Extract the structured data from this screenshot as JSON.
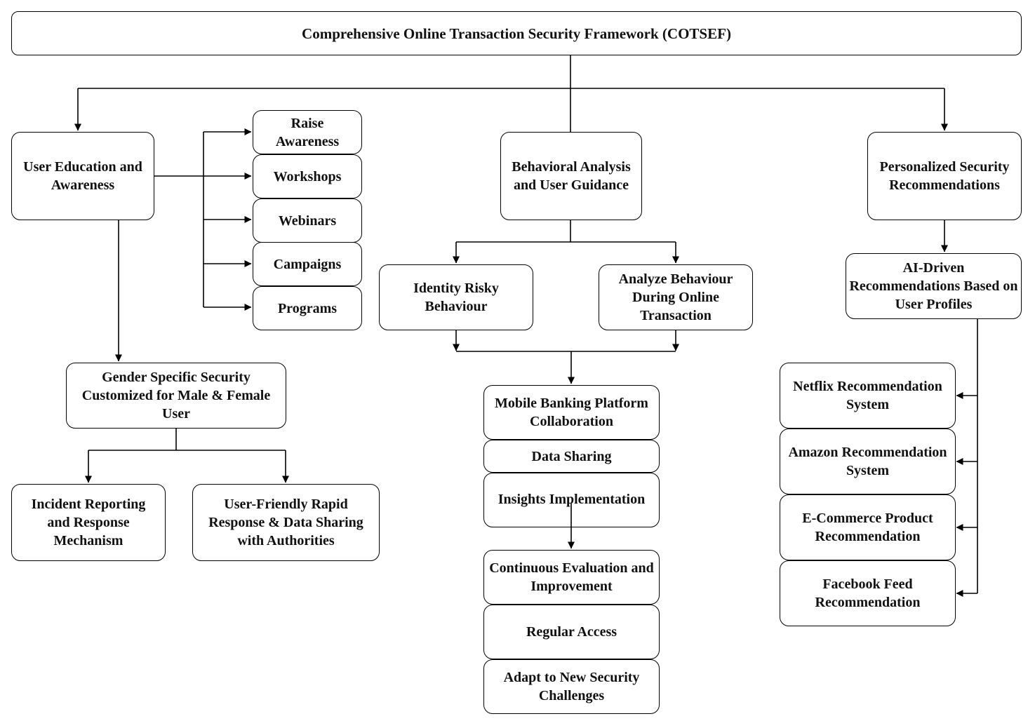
{
  "title": "Comprehensive Online Transaction Security Framework (COTSEF)",
  "education": {
    "main": "User Education and Awareness",
    "channels": [
      "Raise Awareness",
      "Workshops",
      "Webinars",
      "Campaigns",
      "Programs"
    ],
    "gender": "Gender Specific Security Customized for Male & Female User",
    "incident": "Incident Reporting and Response Mechanism",
    "rapid": "User-Friendly Rapid Response & Data Sharing with Authorities"
  },
  "behavior": {
    "main": "Behavioral Analysis and User Guidance",
    "risky": "Identity Risky Behaviour",
    "analyze": "Analyze Behaviour During Online Transaction",
    "mobile": "Mobile Banking Platform Collaboration",
    "sharing": "Data Sharing",
    "insights": "Insights Implementation",
    "continuous": "Continuous Evaluation and Improvement",
    "regular": "Regular Access",
    "adapt": "Adapt to New Security Challenges"
  },
  "personalized": {
    "main": "Personalized Security Recommendations",
    "ai": "AI-Driven Recommendations Based on User Profiles",
    "examples": [
      "Netflix Recommendation System",
      "Amazon Recommendation System",
      "E-Commerce Product Recommendation",
      "Facebook Feed Recommendation"
    ]
  }
}
